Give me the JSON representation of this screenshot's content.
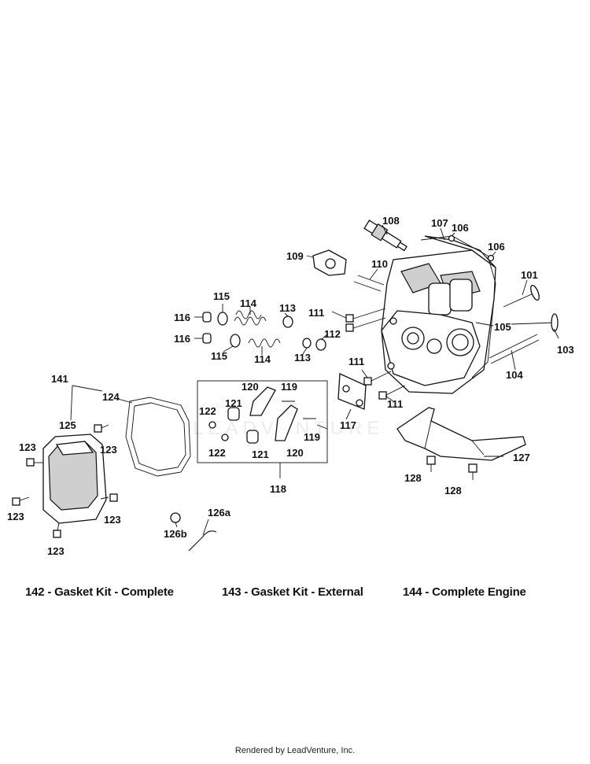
{
  "watermark": "LEADVENTURE",
  "callouts": [
    "101",
    "103",
    "104",
    "105",
    "106",
    "106",
    "107",
    "108",
    "109",
    "110",
    "111",
    "111",
    "111",
    "112",
    "113",
    "113",
    "114",
    "114",
    "115",
    "115",
    "116",
    "116",
    "117",
    "118",
    "119",
    "119",
    "120",
    "120",
    "121",
    "121",
    "122",
    "122",
    "123",
    "123",
    "123",
    "123",
    "123",
    "124",
    "125",
    "126a",
    "126b",
    "127",
    "128",
    "128",
    "141"
  ],
  "kits": [
    {
      "label": "142 - Gasket Kit - Complete"
    },
    {
      "label": "143 - Gasket Kit - External"
    },
    {
      "label": "144 - Complete Engine"
    }
  ],
  "footer": "Rendered by LeadVenture, Inc."
}
